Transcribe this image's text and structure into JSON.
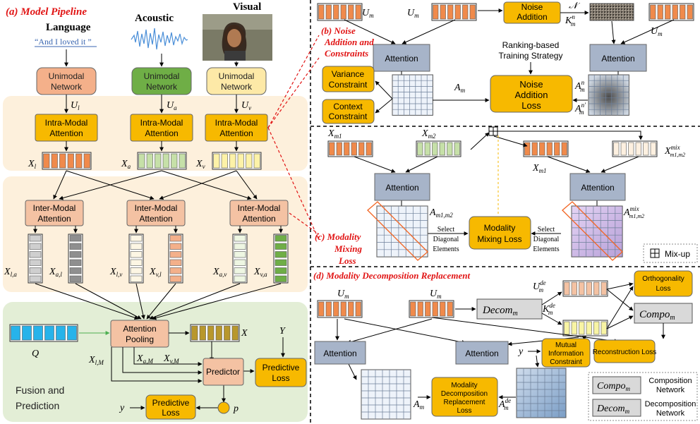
{
  "colors": {
    "orange_box": "#f7b900",
    "salmon_box": "#f4c2a3",
    "green_box": "#6fae46",
    "lightyellow_box": "#fde9a7",
    "steel_box": "#a7b4c9",
    "cyan_token": "#27b3ea",
    "red_title": "#e11414",
    "panel_peach": "#fdf0dc",
    "panel_green": "#e3eed6"
  },
  "panel_a": {
    "title": "(a) Model Pipeline",
    "lang_header": "Language",
    "lang_quote": "“And I loved it ”",
    "acoustic_header": "Acoustic",
    "visual_header": "Visual",
    "unimodal": "Unimodal Network",
    "intra": "Intra-Modal Attention",
    "inter": "Inter-Modal Attention",
    "u_l": "U_l",
    "u_a": "U_a",
    "u_v": "U_v",
    "x_l": "X_l",
    "x_a": "X_a",
    "x_v": "X_v",
    "x_la": "X_{l,a}",
    "x_al": "X_{a,l}",
    "x_lv": "X_{l,v}",
    "x_vl": "X_{v,l}",
    "x_av": "X_{a,v}",
    "x_va": "X_{v,a}",
    "attn_pool": "Attention Pooling",
    "q": "Q",
    "x": "X",
    "y_cap": "Y",
    "x_lM": "X_{l,M}",
    "x_aM": "X_{a,M}",
    "x_vM": "X_{v,M}",
    "predictor": "Predictor",
    "pred_loss": "Predictive Loss",
    "y_small": "y",
    "p": "p",
    "fusion_label": "Fusion and Prediction"
  },
  "panel_b": {
    "title": "(b) Noise Addition and Constraints",
    "u_m": "U_m",
    "noise_addition": "Noise Addition",
    "n_label": "𝒩",
    "k_label": "K_m^n",
    "attention": "Attention",
    "ranking": "Ranking-based Training Strategy",
    "variance": "Variance Constraint",
    "context": "Context Constraint",
    "a_m": "A_m",
    "noise_loss": "Noise Addition Loss",
    "a_mn": "A_m^n",
    "a_mn2": "A_m^{n'}"
  },
  "panel_c": {
    "title": "(c) Modality Mixing Loss",
    "x_m1": "X_{m_1}",
    "x_m2": "X_{m_2}",
    "x_mix": "X^{mix}_{m_1,m_2}",
    "attention": "Attention",
    "a_m1m2": "A_{m_1,m_2}",
    "a_mix": "A^{mix}_{m_1,m_2}",
    "select": "Select Diagonal Elements",
    "mixing_loss": "Modality Mixing Loss",
    "mixup_legend": "Mix-up"
  },
  "panel_d": {
    "title": "(d) Modality Decomposition Replacement",
    "u_m": "U_m",
    "decom": "Decom_m",
    "compo": "Compo_m",
    "u_de": "U_m^{de}",
    "k_de": "K_m^{de}",
    "orthogonality": "Orthogonality Loss",
    "mutual": "Mutual Information Constraint",
    "reconstruction": "Reconstruction Loss",
    "y_small": "y",
    "attention": "Attention",
    "a_m": "A_m",
    "a_de": "A_m^{de}",
    "replacement_loss": "Modality Decomposition Replacement Loss",
    "compo_network": "Composition Network",
    "decom_network": "Decomposition Network"
  }
}
